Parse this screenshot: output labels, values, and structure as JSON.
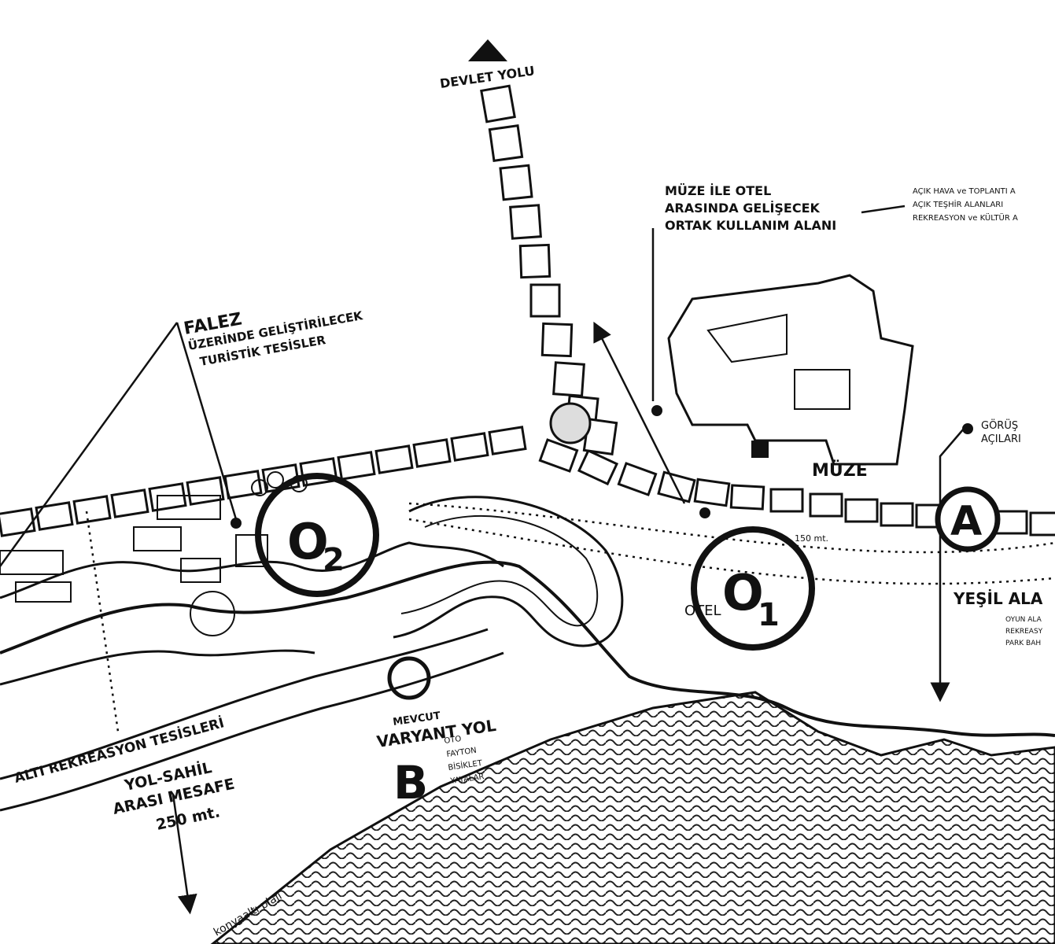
{
  "map": {
    "north_road_label": "DEVLET YOLU",
    "falez": {
      "title": "FALEZ",
      "line1": "ÜZERİNDE GELİŞTİRİLECEK",
      "line2": "TURİSTİK TESİSLER"
    },
    "shared_area": {
      "line1": "MÜZE İLE OTEL",
      "line2": "ARASINDA GELİŞECEK",
      "line3": "ORTAK KULLANIM ALANI",
      "bullets": [
        "AÇIK HAVA ve TOPLANTI A",
        "AÇIK TEŞHİR ALANLARI",
        "REKREASYON ve KÜLTÜR A"
      ]
    },
    "museum_label": "MÜZE",
    "views_label_1": "GÖRÜŞ",
    "views_label_2": "AÇILARI",
    "marker_a": "A",
    "marker_b": "B",
    "marker_o1": "O",
    "marker_o1_sub": "1",
    "marker_o2": "O",
    "marker_o2_sub": "2",
    "hotel_label": "OTEL",
    "distance_150": "150 mt.",
    "green_area": {
      "title": "YEŞİL ALA",
      "bullets": [
        "OYUN ALA",
        "REKREASY",
        "PARK BAH"
      ]
    },
    "variant_road": {
      "line1": "MEVCUT",
      "line2": "VARYANT YOL",
      "bullets": [
        "OTO",
        "FAYTON",
        "BİSİKLET",
        "YAYALAR"
      ]
    },
    "recreation_label": "ALTI  REKREASYON  TESİSLERİ",
    "distance_note": {
      "line1": "YOL-SAHİL",
      "line2": "ARASI MESAFE",
      "line3": "250 mt."
    },
    "beach_label": "konyaaltı plajı"
  }
}
